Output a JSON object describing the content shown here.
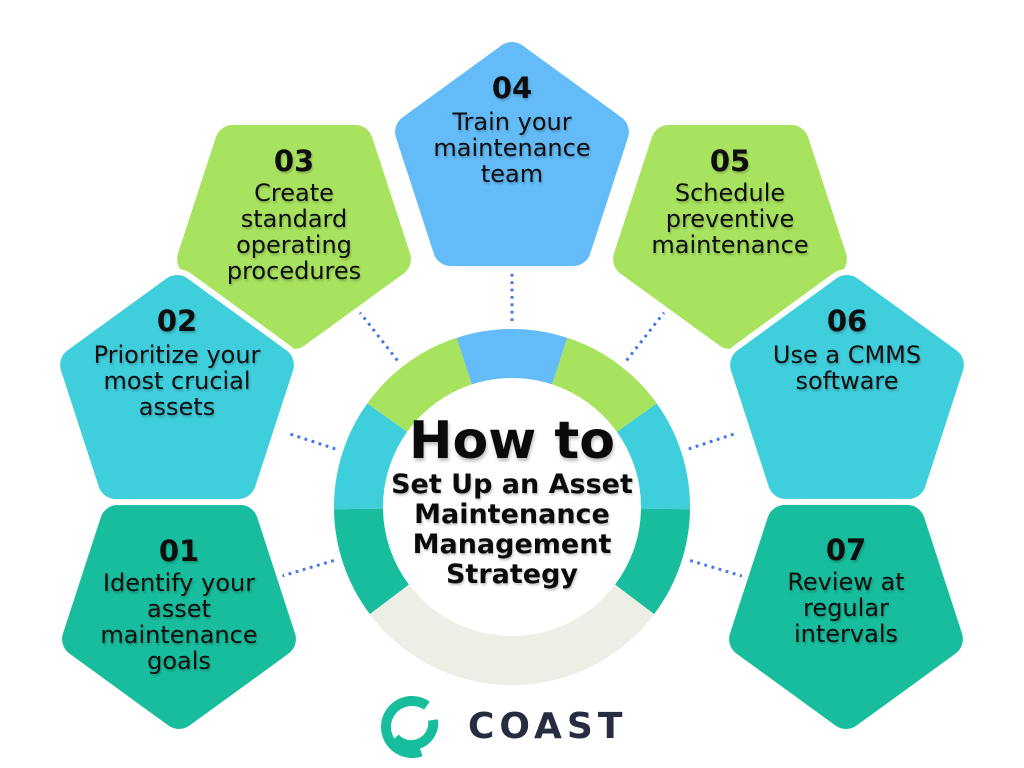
{
  "title": {
    "heading": "How to",
    "subtitle_lines": [
      "Set Up an Asset",
      "Maintenance",
      "Management",
      "Strategy"
    ]
  },
  "steps": [
    {
      "number": "01",
      "label": "Identify your asset maintenance goals",
      "color": "#17BD9C"
    },
    {
      "number": "02",
      "label": "Prioritize your most crucial assets",
      "color": "#3FCEDC"
    },
    {
      "number": "03",
      "label": "Create standard operating procedures",
      "color": "#A8E35F"
    },
    {
      "number": "04",
      "label": "Train your maintenance team",
      "color": "#63BCF8"
    },
    {
      "number": "05",
      "label": "Schedule preventive maintenance",
      "color": "#A8E35F"
    },
    {
      "number": "06",
      "label": "Use a CMMS software",
      "color": "#3FCEDC"
    },
    {
      "number": "07",
      "label": "Review at regular intervals",
      "color": "#17BD9C"
    }
  ],
  "ring": {
    "empty_segment_color": "#EDEEE6"
  },
  "connector_color": "#4577E6",
  "logo": {
    "brand": "COAST",
    "icon_color": "#17BD9C",
    "text_color": "#272C40"
  }
}
